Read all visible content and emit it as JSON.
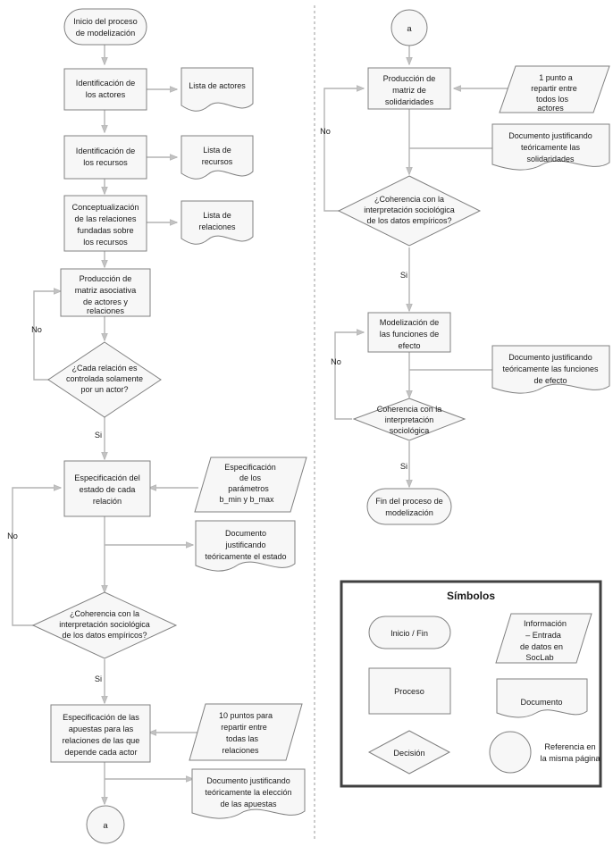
{
  "diagram": {
    "title": "Diagrama de flujo del proceso de modelizacion SocLab",
    "colors": {
      "shape_fill": "#f7f7f7",
      "shape_stroke": "#808080",
      "connector_stroke": "#b3b3b3",
      "legend_border": "#404040",
      "text": "#1a1a1a",
      "divider": "#9a9a9a"
    }
  },
  "left_column": {
    "start": {
      "label": "Inicio del proceso de modelización",
      "lines": [
        "Inicio del proceso",
        "de modelización"
      ]
    },
    "nodes": [
      {
        "id": "p1",
        "type": "process",
        "lines": [
          "Identificación de",
          "los actores"
        ]
      },
      {
        "id": "d1",
        "type": "document",
        "lines": [
          "Lista de actores"
        ]
      },
      {
        "id": "p2",
        "type": "process",
        "lines": [
          "Identificación de",
          "los recursos"
        ]
      },
      {
        "id": "d2",
        "type": "document",
        "lines": [
          "Lista de",
          "recursos"
        ]
      },
      {
        "id": "p3",
        "type": "process",
        "lines": [
          "Conceptualización",
          "de las relaciones",
          "fundadas sobre",
          "los recursos"
        ]
      },
      {
        "id": "d3",
        "type": "document",
        "lines": [
          "Lista de",
          "relaciones"
        ]
      },
      {
        "id": "p4",
        "type": "process",
        "lines": [
          "Producción de",
          "matriz asociativa",
          "de actores y",
          "relaciones"
        ]
      },
      {
        "id": "dec1",
        "type": "decision",
        "lines": [
          "¿Cada relación es",
          "controlada solamente",
          "por un actor?"
        ]
      },
      {
        "id": "p5",
        "type": "process",
        "lines": [
          "Especificación del",
          "estado de cada",
          "relación"
        ]
      },
      {
        "id": "in1",
        "type": "input",
        "lines": [
          "Especificación",
          "de los",
          "parámetros",
          "b_min y b_max"
        ]
      },
      {
        "id": "d4",
        "type": "document",
        "lines": [
          "Documento",
          "justificando",
          "teóricamente el estado"
        ]
      },
      {
        "id": "dec2",
        "type": "decision",
        "lines": [
          "¿Coherencia con la",
          "interpretación sociológica",
          "de los datos empíricos?"
        ]
      },
      {
        "id": "p6",
        "type": "process",
        "lines": [
          "Especificación de las",
          "apuestas para las",
          "relaciones de las que",
          "depende cada actor"
        ]
      },
      {
        "id": "in2",
        "type": "input",
        "lines": [
          "10 puntos para",
          "repartir entre",
          "todas las",
          "relaciones"
        ]
      },
      {
        "id": "d5",
        "type": "document",
        "lines": [
          "Documento justificando",
          "teóricamente la elección",
          "de las apuestas"
        ]
      },
      {
        "id": "c1",
        "type": "connector",
        "lines": [
          "a"
        ]
      }
    ],
    "edge_labels": [
      {
        "id": "no1",
        "text": "No"
      },
      {
        "id": "si1",
        "text": "Si"
      },
      {
        "id": "no2",
        "text": "No"
      },
      {
        "id": "si2",
        "text": "Si"
      }
    ]
  },
  "right_column": {
    "nodes": [
      {
        "id": "c2",
        "type": "connector",
        "lines": [
          "a"
        ]
      },
      {
        "id": "p7",
        "type": "process",
        "lines": [
          "Producción de",
          "matriz de",
          "solidaridades"
        ]
      },
      {
        "id": "in3",
        "type": "input",
        "lines": [
          "1 punto a",
          "repartir entre",
          "todos los",
          "actores"
        ]
      },
      {
        "id": "d6",
        "type": "document",
        "lines": [
          "Documento justificando",
          "teóricamente las",
          "solidaridades"
        ]
      },
      {
        "id": "dec3",
        "type": "decision",
        "lines": [
          "¿Coherencia con la",
          "interpretación sociológica",
          "de los datos empíricos?"
        ]
      },
      {
        "id": "p8",
        "type": "process",
        "lines": [
          "Modelización de",
          "las funciones de",
          "efecto"
        ]
      },
      {
        "id": "d7",
        "type": "document",
        "lines": [
          "Documento justificando",
          "teóricamente las funciones",
          "de efecto"
        ]
      },
      {
        "id": "dec4",
        "type": "decision",
        "lines": [
          "Coherencia con la",
          "interpretación",
          "sociológica"
        ]
      },
      {
        "id": "end",
        "type": "terminator",
        "lines": [
          "Fin del proceso de",
          "modelización"
        ]
      }
    ],
    "edge_labels": [
      {
        "id": "no3",
        "text": "No"
      },
      {
        "id": "si3",
        "text": "Si"
      },
      {
        "id": "no4",
        "text": "No"
      },
      {
        "id": "si4",
        "text": "Si"
      }
    ]
  },
  "legend": {
    "title": "Símbolos",
    "items": [
      {
        "id": "leg-terminator",
        "shape": "terminator",
        "lines": [
          "Inicio / Fin"
        ]
      },
      {
        "id": "leg-input",
        "shape": "input",
        "lines": [
          "Información",
          "– Entrada",
          "de datos en",
          "SocLab"
        ]
      },
      {
        "id": "leg-process",
        "shape": "process",
        "lines": [
          "Proceso"
        ]
      },
      {
        "id": "leg-document",
        "shape": "document",
        "lines": [
          "Documento"
        ]
      },
      {
        "id": "leg-decision",
        "shape": "decision",
        "lines": [
          "Decisión"
        ]
      },
      {
        "id": "leg-connector",
        "shape": "connector",
        "label_lines": [
          "Referencia en",
          "la misma página"
        ]
      }
    ]
  }
}
